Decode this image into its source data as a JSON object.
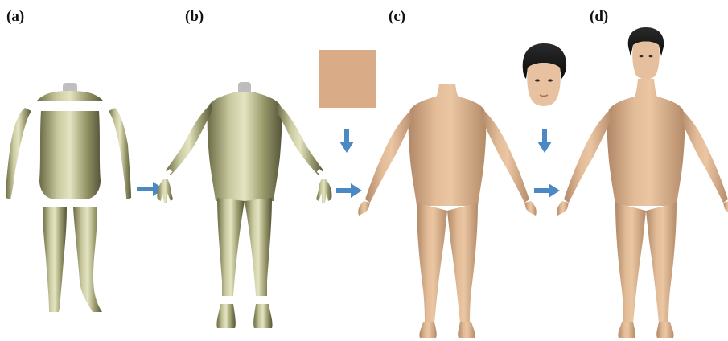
{
  "panels": [
    {
      "label": "(a)"
    },
    {
      "label": "(b)"
    },
    {
      "label": "(c)"
    },
    {
      "label": "(d)"
    }
  ],
  "colors": {
    "olive_light": "#dcdcb4",
    "olive_mid": "#9f9f6e",
    "olive_dark": "#5e5e3a",
    "skin_light": "#e6c2a0",
    "skin_mid": "#d3a780",
    "skin_dark": "#a9805f",
    "skin_swatch": "#d9ab86",
    "arrow": "#4a89c4",
    "hair": "#1b1b1b",
    "segment_gap": "#ffffff"
  },
  "icons": {
    "arrow": "arrow-icon",
    "head": "head-icon",
    "swatch": "skin-color-swatch"
  }
}
